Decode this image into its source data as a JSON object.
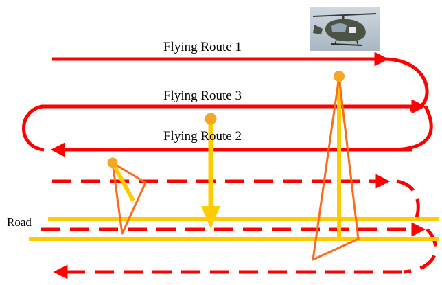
{
  "labels": {
    "route1": "Flying Route 1",
    "route2": "Flying Route 2",
    "route3": "Flying Route 3",
    "road": "Road"
  },
  "colors": {
    "route": "#ff0000",
    "road": "#ffcc00",
    "beam": "#ff6a1a",
    "marker": "#f5a623",
    "background": "#ffffff"
  },
  "icons": {
    "aircraft": "helicopter-icon"
  }
}
